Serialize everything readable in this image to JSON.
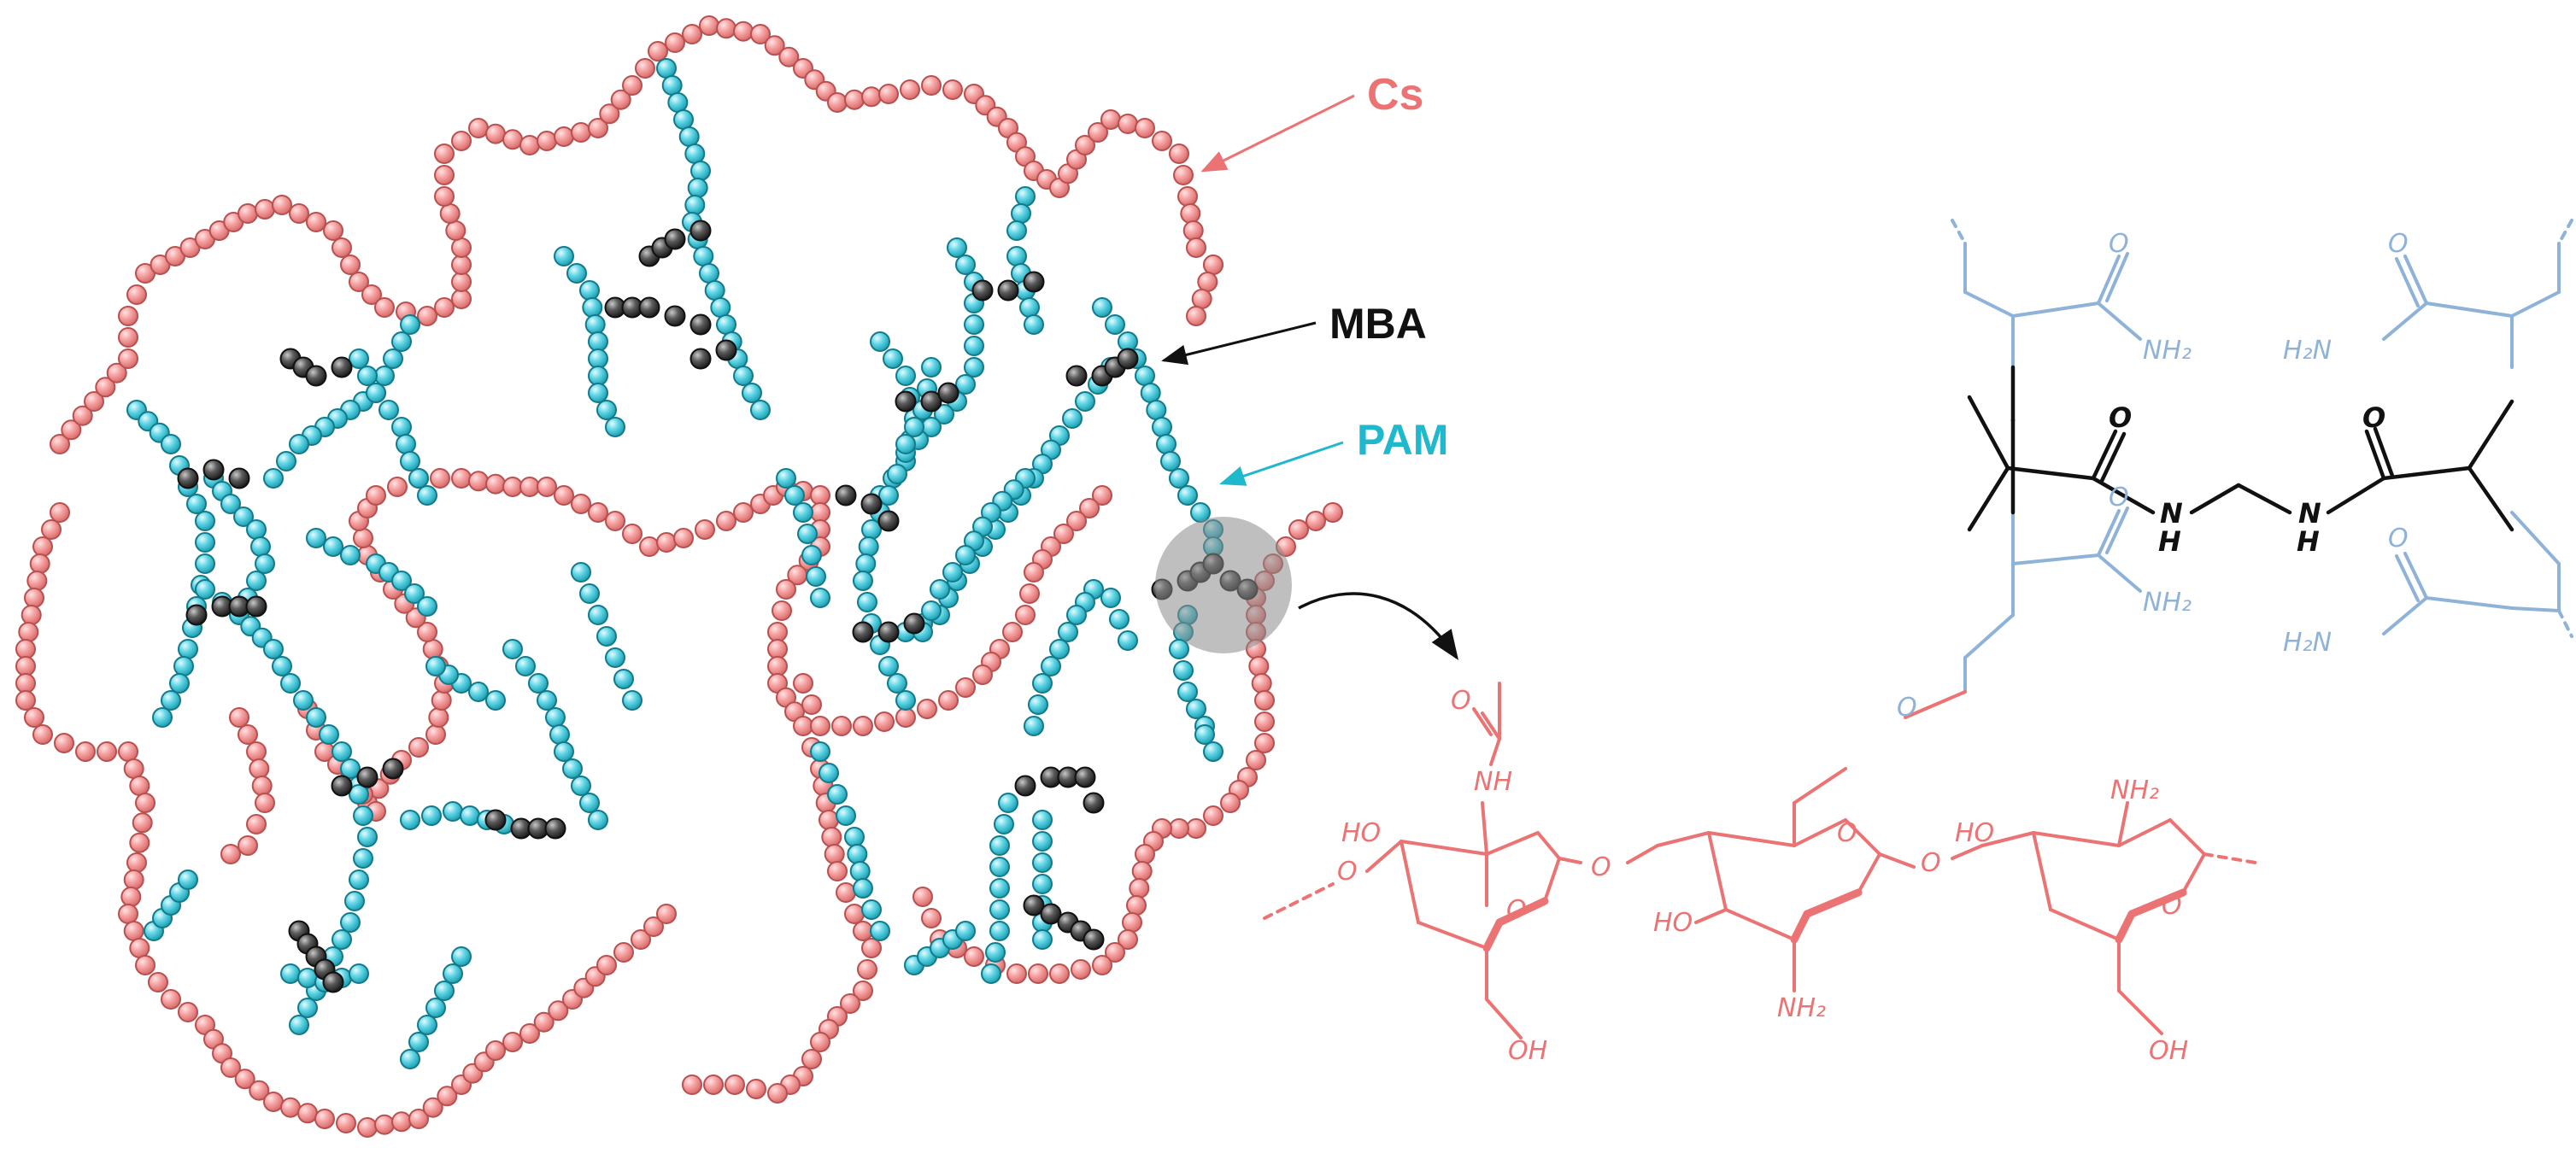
{
  "colors": {
    "cs": "#f08080",
    "cs_fill": "#f4a4a4",
    "cs_stroke": "#c85a5a",
    "pam": "#1fb8cc",
    "pam_fill": "#6fd8e6",
    "pam_stroke": "#168a9a",
    "mba": "#202020",
    "mba_fill": "#6a6a6a",
    "highlight": "#9a9a9a",
    "pam_chem": "#8fb2d8",
    "cs_chem": "#ec7373",
    "mba_chem": "#111111"
  },
  "labels": {
    "cs": "Cs",
    "mba": "MBA",
    "pam": "PAM"
  },
  "chem": {
    "o": "O",
    "nh2": "NH₂",
    "h2n": "H₂N",
    "n": "N",
    "h": "H",
    "nh": "NH",
    "ho": "HO",
    "oh": "OH"
  }
}
